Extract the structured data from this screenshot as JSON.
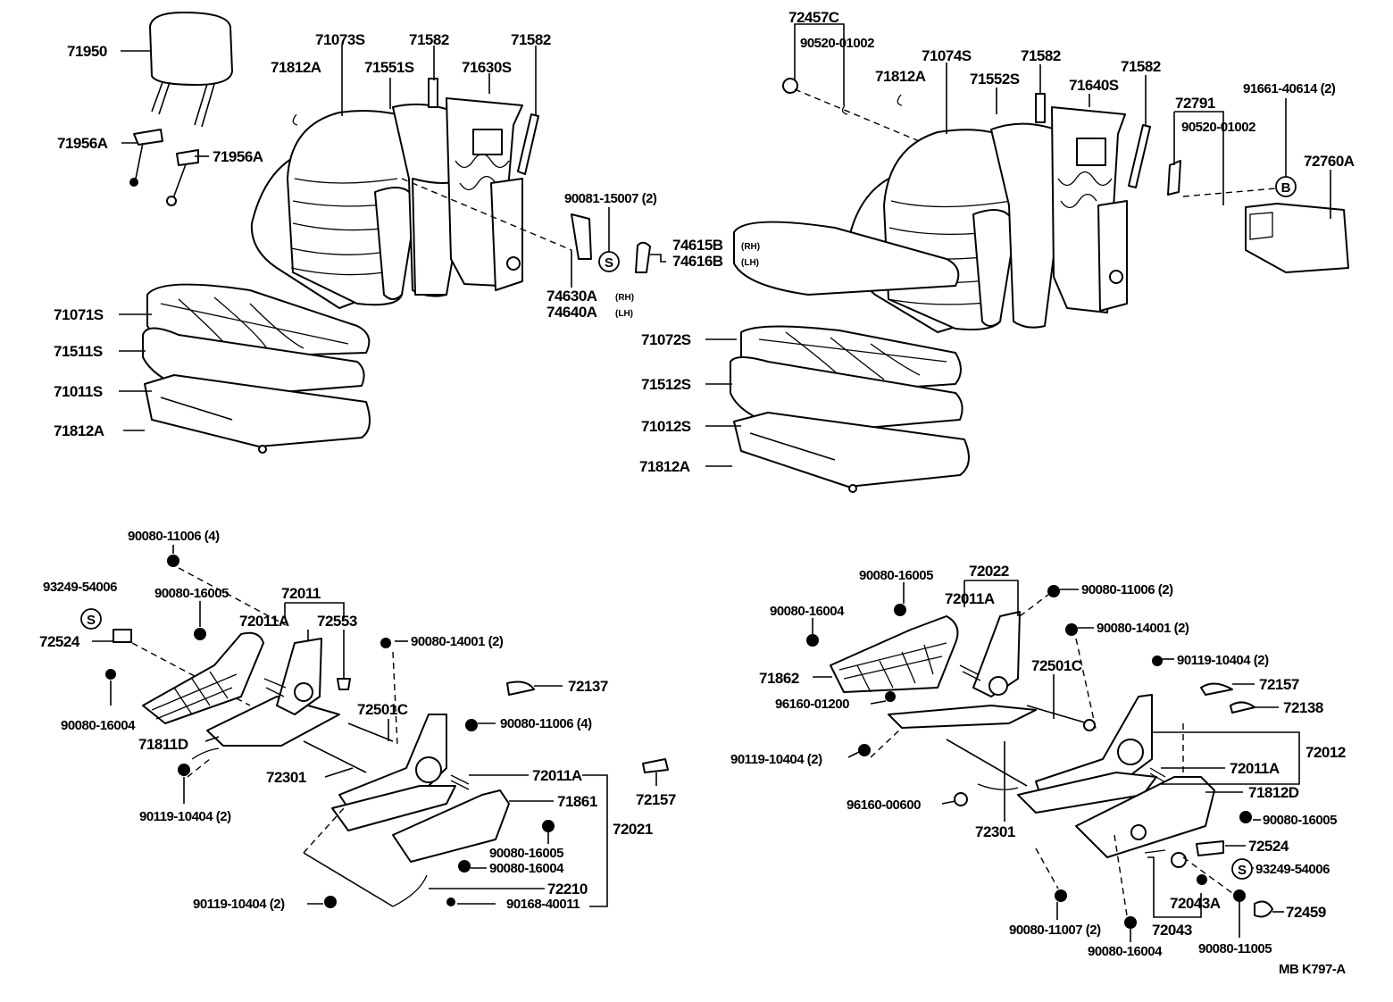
{
  "diagram_code": "MB  K797-A",
  "circle_marks": {
    "s": "S",
    "b": "B"
  },
  "labels": {
    "l71950": "71950",
    "l71956A_a": "71956A",
    "l71956A_b": "71956A",
    "l71812A_a": "71812A",
    "l71073S": "71073S",
    "l71551S": "71551S",
    "l71582_a": "71582",
    "l71582_b": "71582",
    "l71630S": "71630S",
    "l90081": "90081-15007 (2)",
    "l74615B": "74615B",
    "l74616B": "74616B",
    "l74630A": "74630A",
    "l74640A": "74640A",
    "l71071S": "71071S",
    "l71511S": "71511S",
    "l71011S": "71011S",
    "l71812A_b": "71812A",
    "l72457C": "72457C",
    "l90520_a": "90520-01002",
    "l71074S": "71074S",
    "l71582_c": "71582",
    "l71812A_c": "71812A",
    "l71552S": "71552S",
    "l71640S": "71640S",
    "l71582_d": "71582",
    "l72791": "72791",
    "l91661": "91661-40614 (2)",
    "l90520_b": "90520-01002",
    "l72760A": "72760A",
    "l71072S": "71072S",
    "l71512S": "71512S",
    "l71012S": "71012S",
    "l71812A_d": "71812A",
    "l90080_11006_a": "90080-11006 (4)",
    "l93249_a": "93249-54006",
    "l90080_16005_a": "90080-16005",
    "l72011": "72011",
    "l72011A_a": "72011A",
    "l72553": "72553",
    "l72524_a": "72524",
    "l90080_14001_a": "90080-14001 (2)",
    "l72137": "72137",
    "l90080_16004_a": "90080-16004",
    "l72501C_a": "72501C",
    "l90080_11006_b": "90080-11006 (4)",
    "l71811D": "71811D",
    "l72301_a": "72301",
    "l72011A_b": "72011A",
    "l72157_a": "72157",
    "l90119_a": "90119-10404 (2)",
    "l71861": "71861",
    "l72021": "72021",
    "l90080_16005_b": "90080-16005",
    "l90080_16004_b": "90080-16004",
    "l72210": "72210",
    "l90119_b": "90119-10404 (2)",
    "l90168": "90168-40011",
    "l72022": "72022",
    "l90080_16005_c": "90080-16005",
    "l72011A_c": "72011A",
    "l90080_11006_c": "90080-11006 (2)",
    "l90080_16004_c": "90080-16004",
    "l90080_14001_b": "90080-14001 (2)",
    "l90119_c": "90119-10404 (2)",
    "l72501C_b": "72501C",
    "l71862": "71862",
    "l72157_b": "72157",
    "l96160_01200": "96160-01200",
    "l72138": "72138",
    "l72012": "72012",
    "l90119_d": "90119-10404 (2)",
    "l72011A_d": "72011A",
    "l71812D": "71812D",
    "l96160_00600": "96160-00600",
    "l90080_16005_d": "90080-16005",
    "l72301_b": "72301",
    "l72524_b": "72524",
    "l93249_b": "93249-54006",
    "l72043A": "72043A",
    "l72459": "72459",
    "l72043": "72043",
    "l90080_11007": "90080-11007 (2)",
    "l90080_16004_d": "90080-16004",
    "l90080_11005": "90080-11005"
  },
  "tags": {
    "rh_a": "(RH)",
    "lh_a": "(LH)",
    "rh_b": "(RH)",
    "lh_b": "(LH)"
  }
}
